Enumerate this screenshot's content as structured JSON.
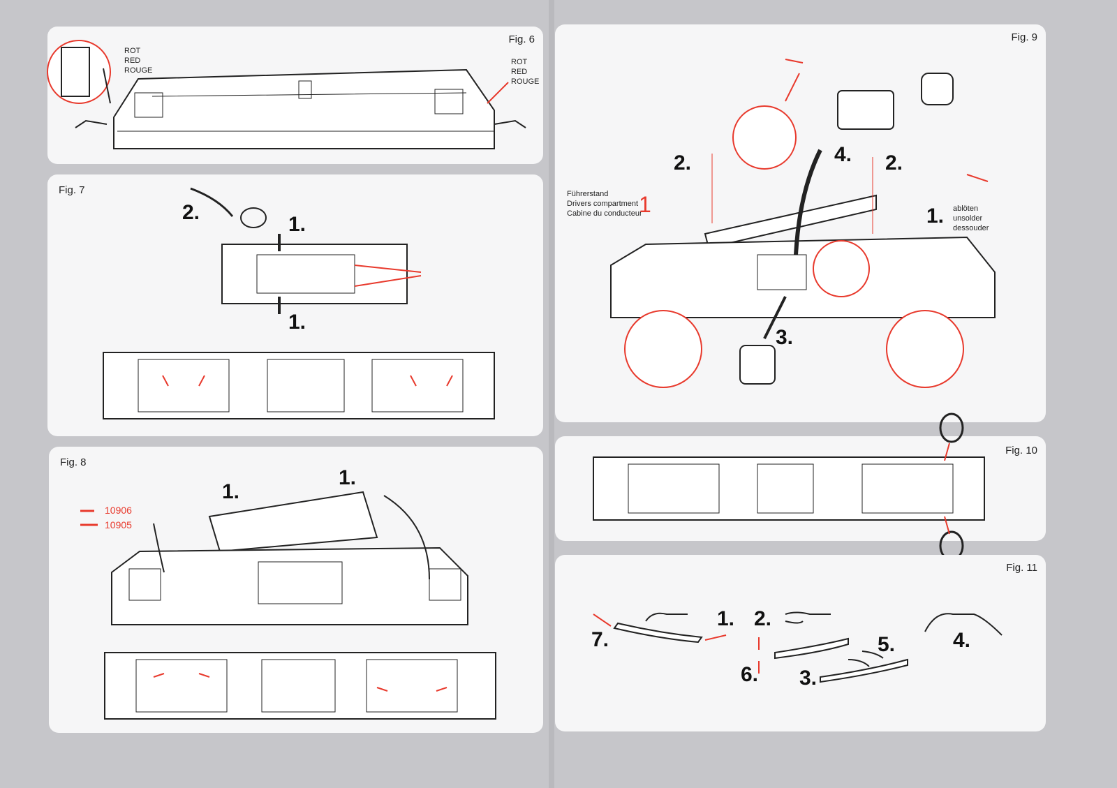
{
  "colors": {
    "accent": "#e8392c",
    "line": "#222222",
    "panel": "#f6f6f7",
    "background": "#c6c6ca"
  },
  "fig6": {
    "label": "Fig. 6",
    "left_note": [
      "ROT",
      "RED",
      "ROUGE"
    ],
    "right_note": [
      "ROT",
      "RED",
      "ROUGE"
    ]
  },
  "fig7": {
    "label": "Fig. 7",
    "steps": [
      "2.",
      "1.",
      "1."
    ]
  },
  "fig8": {
    "label": "Fig. 8",
    "steps": [
      "1.",
      "1."
    ],
    "legend": [
      "10906",
      "10905"
    ]
  },
  "fig9": {
    "label": "Fig. 9",
    "compartment": [
      "Führerstand",
      "Drivers compartment",
      "Cabine du conducteur"
    ],
    "compartment_num": "1",
    "unsolder": [
      "ablöten",
      "unsolder",
      "dessouder"
    ],
    "steps": [
      "2.",
      "4.",
      "2.",
      "1.",
      "3."
    ]
  },
  "fig10": {
    "label": "Fig. 10"
  },
  "fig11": {
    "label": "Fig. 11",
    "steps": [
      "7.",
      "1.",
      "2.",
      "6.",
      "5.",
      "3.",
      "4."
    ]
  }
}
